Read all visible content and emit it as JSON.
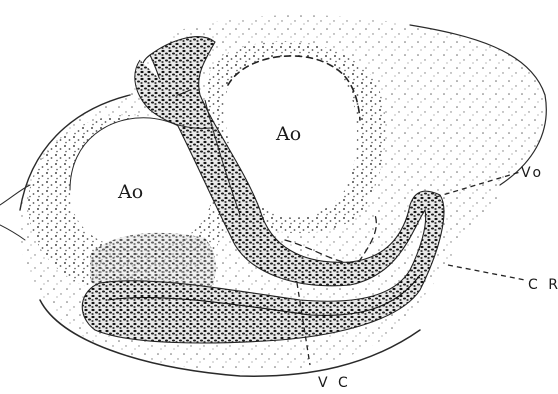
{
  "labels": {
    "ao_left": "Ao",
    "ao_right": "Ao",
    "vo": "Vo",
    "cr": "C R",
    "vc": "V C"
  }
}
